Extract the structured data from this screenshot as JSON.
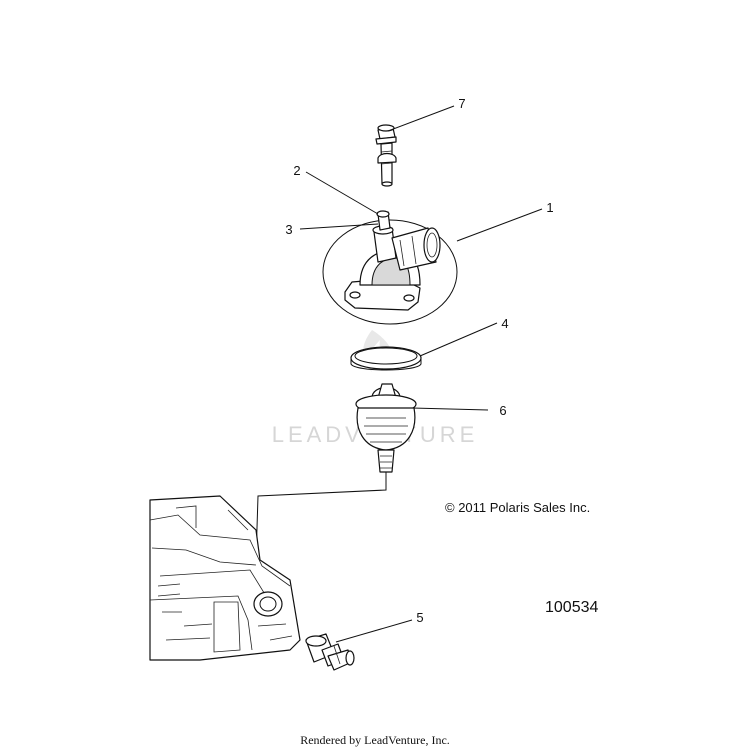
{
  "watermark": "LEADVENTURE",
  "copyright": "© 2011 Polaris Sales Inc.",
  "part_number": "100534",
  "footer": "Rendered by LeadVenture, Inc.",
  "callouts": [
    "7",
    "2",
    "1",
    "3",
    "4",
    "6",
    "5"
  ],
  "parts": {
    "bolt": "bolt-icon",
    "housing": "thermostat-housing-icon",
    "oring": "o-ring-icon",
    "thermostat": "thermostat-icon",
    "fitting": "hose-fitting-icon",
    "engine": "engine-head-icon"
  }
}
